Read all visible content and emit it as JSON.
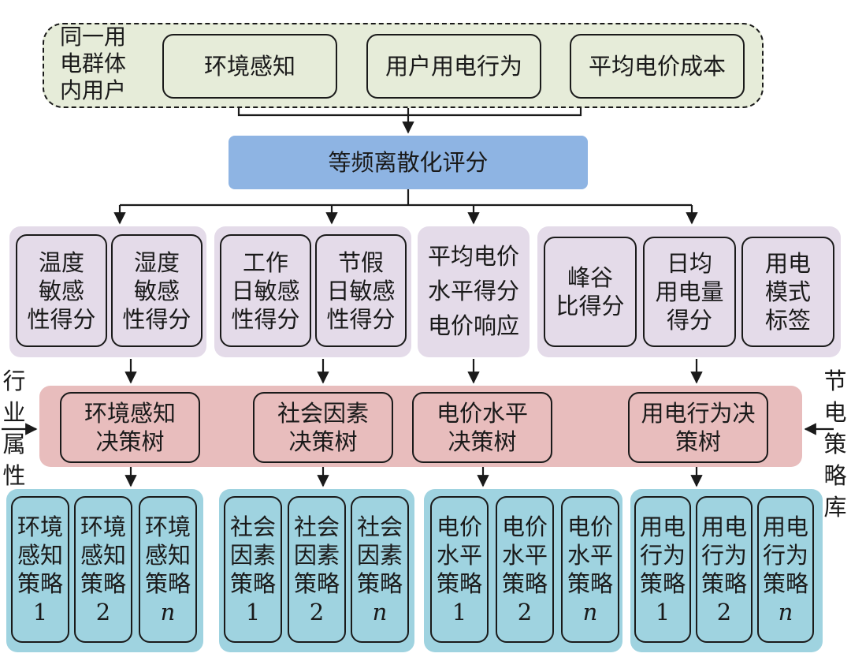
{
  "top_group": {
    "label": "同一用\n电群体\n内用户",
    "items": [
      "环境感知",
      "用户用电行为",
      "平均电价成本"
    ]
  },
  "scoring_bar": "等频离散化评分",
  "scores": {
    "env": [
      "温度\n敏感\n性得分",
      "湿度\n敏感\n性得分"
    ],
    "social": [
      "工作\n日敏感\n性得分",
      "节假\n日敏感\n性得分"
    ],
    "price": "平均电价\n水平得分\n电价响应",
    "behavior": [
      "峰谷\n比得分",
      "日均\n用电量\n得分",
      "用电\n模式\n标签"
    ]
  },
  "side_labels": {
    "left": "行\n业\n属\n性",
    "right": "节\n电\n策\n略\n库"
  },
  "trees": [
    "环境感知\n决策树",
    "社会因素\n决策树",
    "电价水平\n决策树",
    "用电行为决\n策树"
  ],
  "strategies": {
    "env": [
      {
        "text": "环境\n感知\n策略",
        "n": "1"
      },
      {
        "text": "环境\n感知\n策略",
        "n": "2"
      },
      {
        "text": "环境\n感知\n策略",
        "n": "n"
      }
    ],
    "social": [
      {
        "text": "社会\n因素\n策略",
        "n": "1"
      },
      {
        "text": "社会\n因素\n策略",
        "n": "2"
      },
      {
        "text": "社会\n因素\n策略",
        "n": "n"
      }
    ],
    "price": [
      {
        "text": "电价\n水平\n策略",
        "n": "1"
      },
      {
        "text": "电价\n水平\n策略",
        "n": "2"
      },
      {
        "text": "电价\n水平\n策略",
        "n": "n"
      }
    ],
    "behavior": [
      {
        "text": "用电\n行为\n策略",
        "n": "1"
      },
      {
        "text": "用电\n行为\n策略",
        "n": "2"
      },
      {
        "text": "用电\n行为\n策略",
        "n": "n"
      }
    ]
  },
  "colors": {
    "top_group_bg": "#e6ecd9",
    "scoring_bar_bg": "#8eb4e3",
    "score_panel_bg": "#e4dbe9",
    "tree_band_bg": "#e8bdbd",
    "strategy_panel_bg": "#9fd3e0"
  }
}
